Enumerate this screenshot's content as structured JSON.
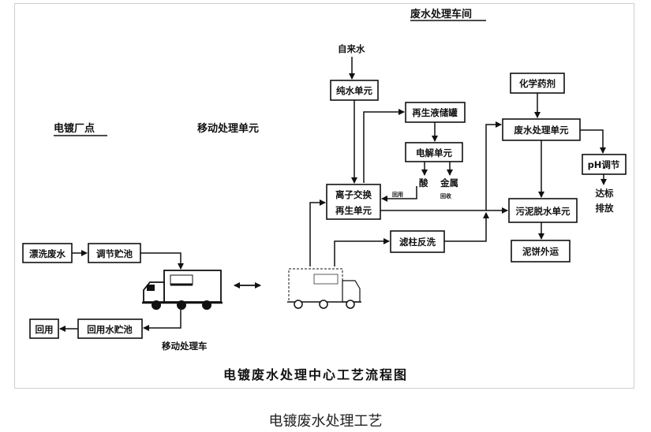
{
  "diagram": {
    "workshop_title": "废水处理车间",
    "plating_plant": "电镀厂点",
    "mobile_unit": "移动处理单元",
    "tap_water": "自来水",
    "pure_water_unit": "纯水单元",
    "regen_tank": "再生液储罐",
    "electrolysis_unit": "电解单元",
    "acid": "酸",
    "metal": "金属",
    "recovery": "回收",
    "ion_exchange_line1": "离子交换",
    "ion_exchange_line2": "再生单元",
    "reuse_small": "回用",
    "chemicals": "化学药剂",
    "wastewater_unit": "废水处理单元",
    "ph_adjust": "pH调节",
    "discharge_line1": "达标",
    "discharge_line2": "排放",
    "sludge_unit": "污泥脱水单元",
    "sludge_cake": "泥饼外运",
    "column_backwash": "滤柱反洗",
    "rinse_water": "漂洗废水",
    "adjust_tank": "调节贮池",
    "reuse": "回用",
    "reuse_tank": "回用水贮池",
    "mobile_truck": "移动处理车",
    "chart_title": "电镀废水处理中心工艺流程图"
  },
  "caption": "电镀废水处理工艺"
}
